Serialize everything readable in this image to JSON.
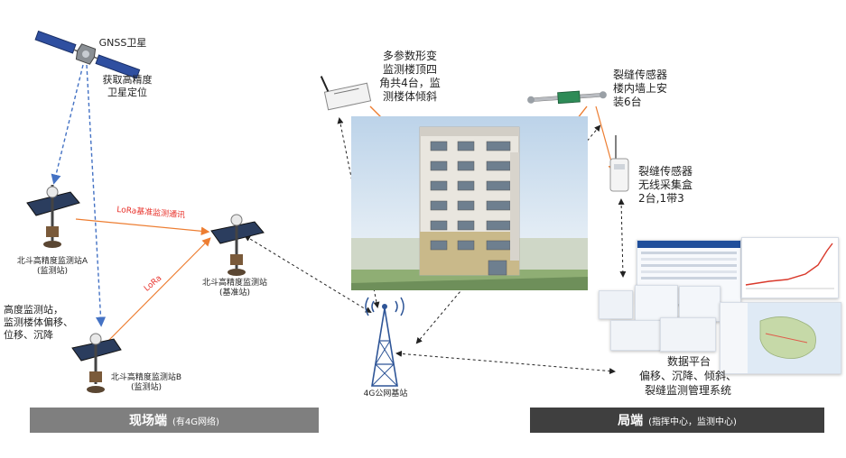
{
  "satellite": {
    "name": "GNSS卫星",
    "desc_line1": "获取高精度",
    "desc_line2": "卫星定位"
  },
  "station_a": {
    "line1": "北斗高精度监测站A",
    "line2": "(监测站)"
  },
  "station_base": {
    "line1": "北斗高精度监测站",
    "line2": "(基准站)"
  },
  "station_b": {
    "line1": "北斗高精度监测站B",
    "line2": "(监测站)"
  },
  "height_station": {
    "line1": "高度监测站，",
    "line2": "监测楼体偏移、",
    "line3": "位移、沉降"
  },
  "links": {
    "lora_comm": "LoRa基准监测通讯",
    "lora": "LoRa"
  },
  "tilt_sensor": {
    "line1": "多参数形变",
    "line2": "监测楼顶四",
    "line3": "角共4台，监",
    "line4": "测楼体倾斜"
  },
  "crack_sensor": {
    "line1": "裂缝传感器",
    "line2": "楼内墙上安",
    "line3": "装6台"
  },
  "crack_box": {
    "line1": "裂缝传感器",
    "line2": "无线采集盒",
    "line3": "2台,1带3"
  },
  "tower": {
    "label": "4G公网基站"
  },
  "platform": {
    "line1": "数据平台",
    "line2": "偏移、沉降、倾斜、",
    "line3": "裂缝监测管理系统"
  },
  "footer": {
    "field_main": "现场端",
    "field_sub": "(有4G网络)",
    "office_main": "局端",
    "office_sub": "(指挥中心，监测中心)"
  },
  "colors": {
    "field_bar": "#7f7f7f",
    "office_bar": "#3f3f3f",
    "orange": "#ed7d31",
    "blue_dash": "#4472c4",
    "red_text": "#e8322b"
  }
}
